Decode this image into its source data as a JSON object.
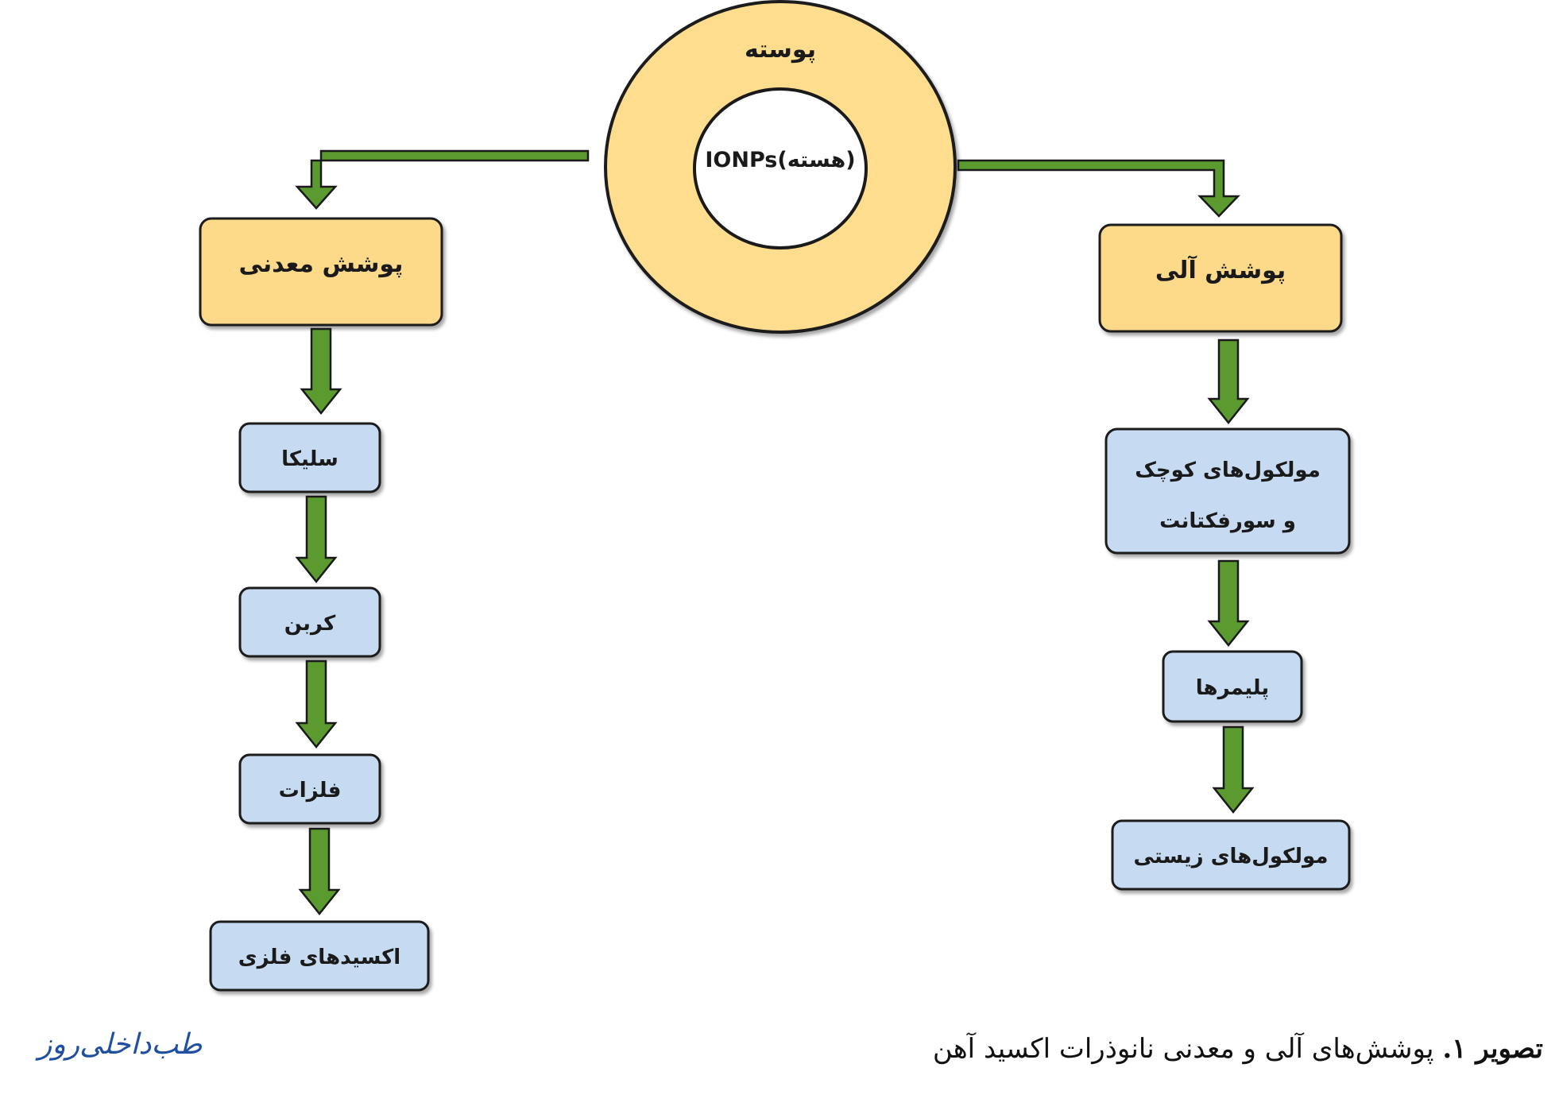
{
  "diagram": {
    "shell_label": "پوسته",
    "core_label": "IONPs(هسته)",
    "inorganic": {
      "header": "پوشش معدنی",
      "items": [
        "سلیکا",
        "کربن",
        "فلزات",
        "اکسیدهای فلزی"
      ]
    },
    "organic": {
      "header": "پوشش آلی",
      "items": [
        [
          "مولکول‌های کوچک",
          "و سورفکتانت"
        ],
        [
          "پلیمرها"
        ],
        [
          "مولکول‌های زیستی"
        ]
      ]
    },
    "colors": {
      "shell_fill": "#fedd8e",
      "header_fill": "#fdd98a",
      "item_fill": "#c6dbf1",
      "arrow_fill": "#5a9a2e",
      "outline": "#1a1a1a"
    }
  },
  "caption": {
    "label": "تصویر ۱.",
    "text": " پوشش‌های آلی و معدنی نانوذرات اکسید آهن"
  },
  "logo_text": "طب‌داخلی‌روز"
}
